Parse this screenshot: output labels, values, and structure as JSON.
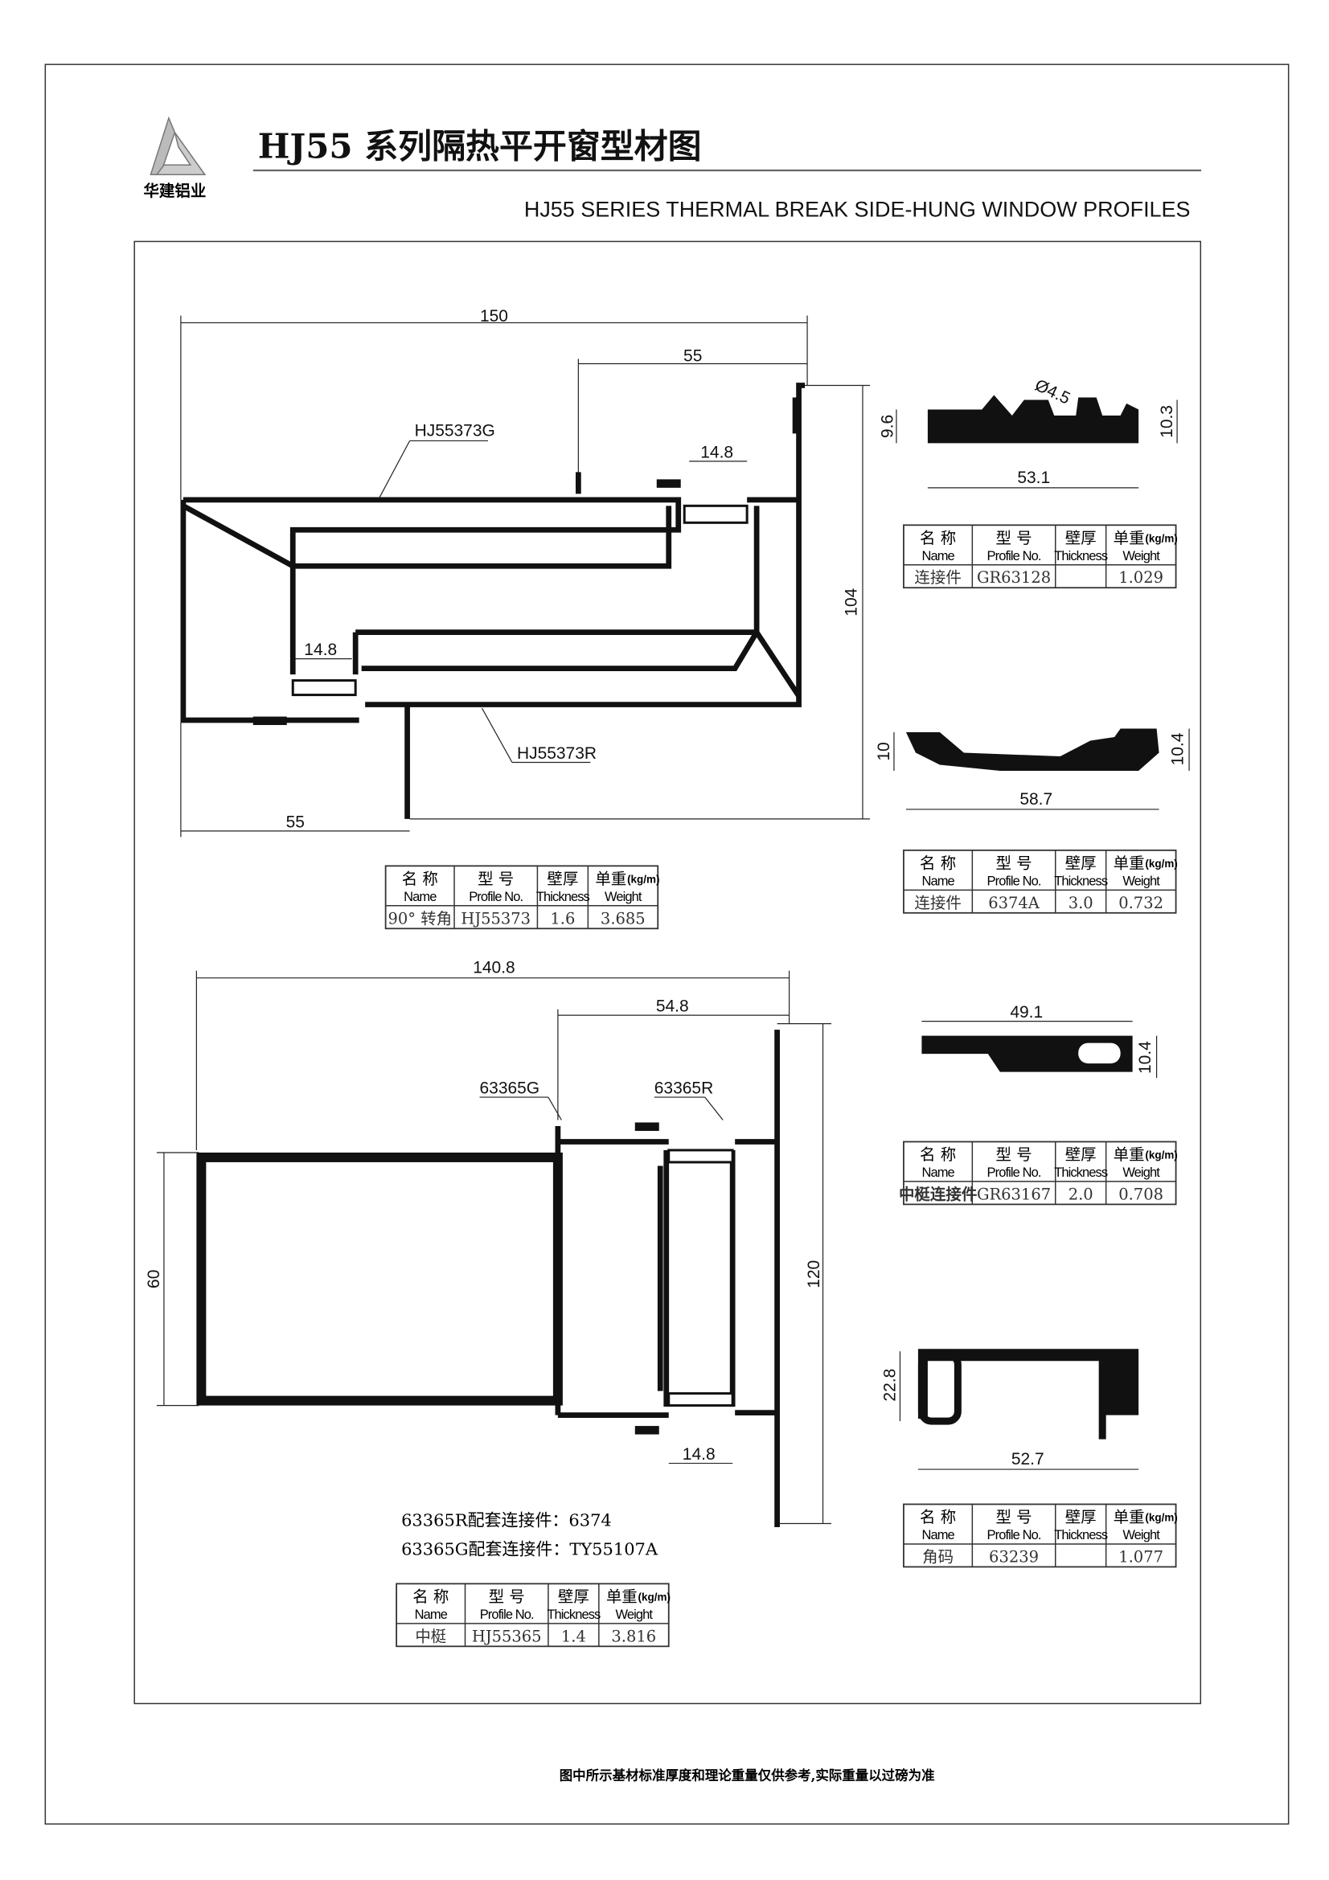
{
  "header": {
    "logo_text": "华建铝业",
    "title": "HJ55 系列隔热平开窗型材图",
    "subtitle": "HJ55 SERIES  THERMAL BREAK SIDE-HUNG  WINDOW  PROFILES"
  },
  "table_headers": {
    "name_cn": "名 称",
    "name_en": "Name",
    "profile_cn": "型 号",
    "profile_en": "Profile No.",
    "thickness_cn": "壁厚",
    "thickness_en": "Thickness",
    "weight_cn": "单重",
    "weight_unit": "(kg/m)",
    "weight_en": "Weight"
  },
  "tables": [
    {
      "name": "90° 转角",
      "profile": "HJ55373",
      "thickness": "1.6",
      "weight": "3.685"
    },
    {
      "name": "连接件",
      "profile": "GR63128",
      "thickness": "",
      "weight": "1.029"
    },
    {
      "name": "连接件",
      "profile": "6374A",
      "thickness": "3.0",
      "weight": "0.732"
    },
    {
      "name": "中梃连接件",
      "profile": "GR63167",
      "thickness": "2.0",
      "weight": "0.708"
    },
    {
      "name": "角码",
      "profile": "63239",
      "thickness": "",
      "weight": "1.077"
    },
    {
      "name": "中梃",
      "profile": "HJ55365",
      "thickness": "1.4",
      "weight": "3.816"
    }
  ],
  "drawing1": {
    "dim_width": "150",
    "dim_top": "55",
    "dim_gap_top": "14.8",
    "dim_gap_left": "14.8",
    "dim_height": "104",
    "dim_bottom": "55",
    "label_g": "HJ55373G",
    "label_r": "HJ55373R"
  },
  "drawing2": {
    "dim_width": "140.8",
    "dim_top": "54.8",
    "dim_left": "60",
    "dim_height": "120",
    "dim_gap": "14.8",
    "label_g": "63365G",
    "label_r": "63365R",
    "note1": "63365R配套连接件：6374",
    "note2": "63365G配套连接件：TY55107A"
  },
  "parts": {
    "gr63128": {
      "diameter": "Ø4.5",
      "h_left": "9.6",
      "h_right": "10.3",
      "width": "53.1"
    },
    "p6374a": {
      "h_left": "10",
      "h_right": "10.4",
      "width": "58.7"
    },
    "gr63167": {
      "width": "49.1",
      "height": "10.4"
    },
    "p63239": {
      "height": "22.8",
      "width": "52.7"
    }
  },
  "footer": "图中所示基材标准厚度和理论重量仅供参考,实际重量以过磅为准"
}
